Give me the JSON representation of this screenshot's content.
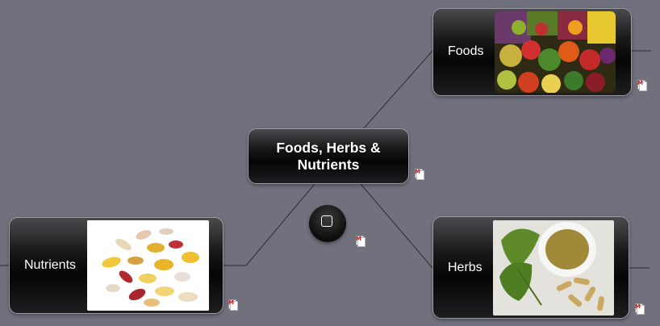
{
  "map": {
    "central_topic": {
      "line1": "Foods, Herbs &",
      "line2": "Nutrients"
    },
    "topics": {
      "foods": {
        "label": "Foods",
        "image": "vegetables-fruits-photo"
      },
      "nutrients": {
        "label": "Nutrients",
        "image": "supplement-pills-photo"
      },
      "herbs": {
        "label": "Herbs",
        "image": "ginkgo-leaf-powder-photo"
      }
    },
    "floating_topic": {
      "icon": "square-icon"
    },
    "note_marker": {
      "text": "M",
      "icon": "note-icon"
    }
  },
  "colors": {
    "background": "#70717d",
    "node_fill": "#050505",
    "node_border": "#9a9aa2",
    "connector": "#2c2c30",
    "text": "#ffffff"
  }
}
